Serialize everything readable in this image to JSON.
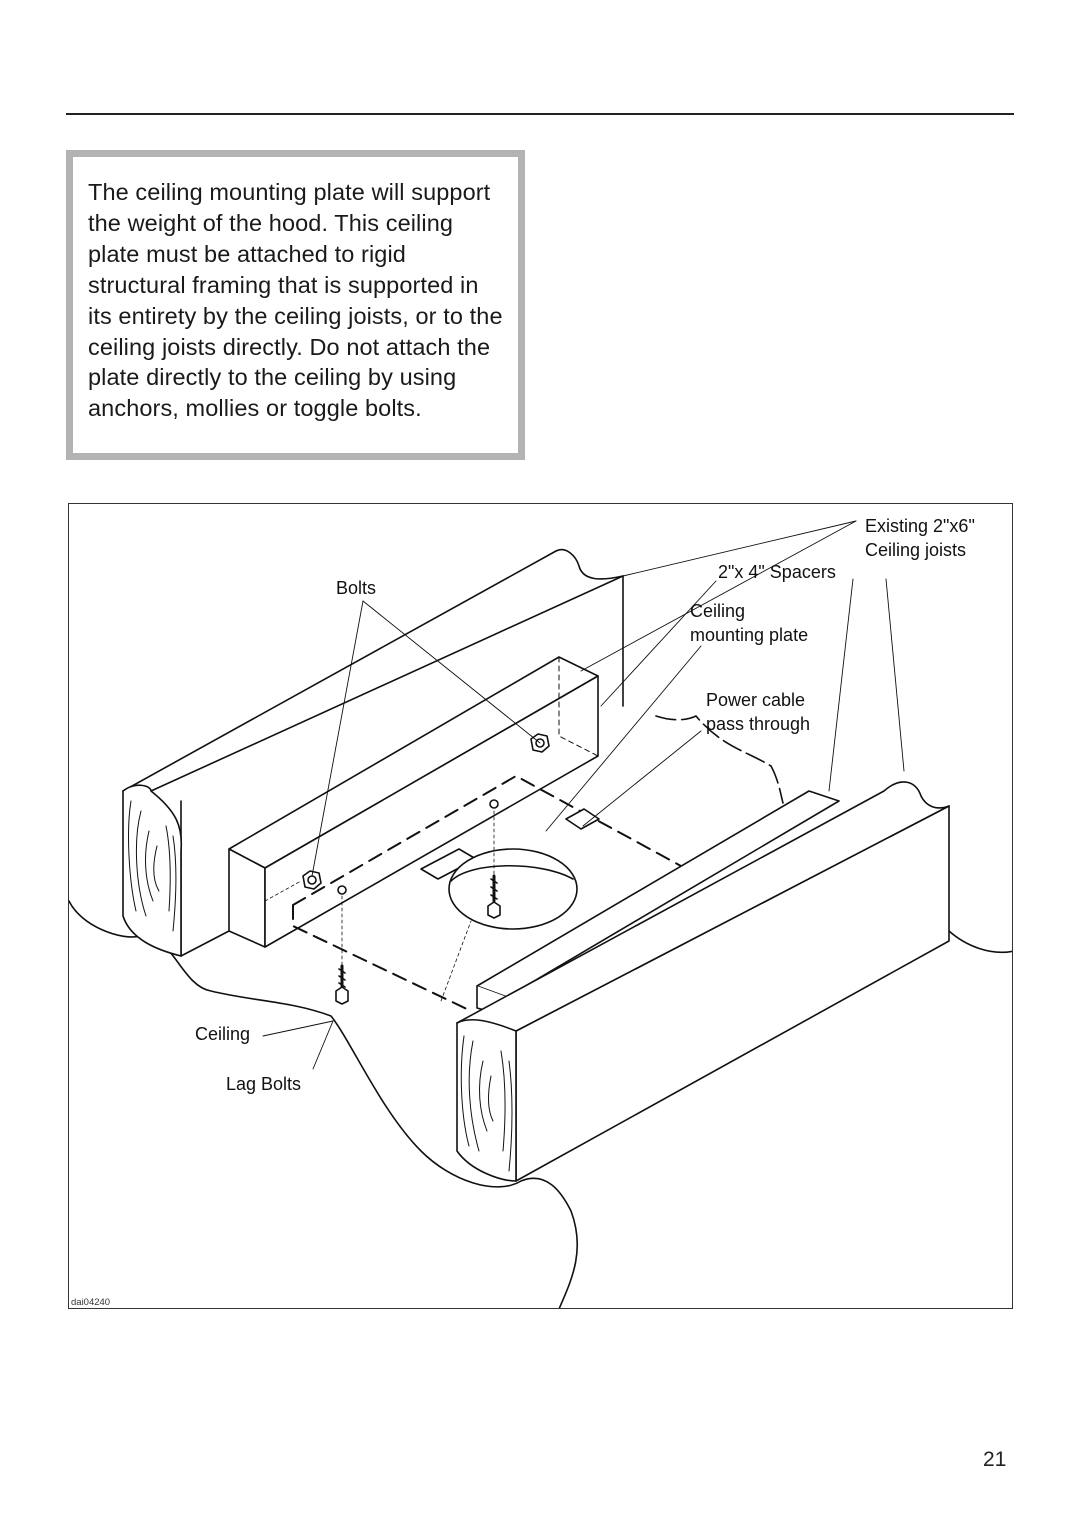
{
  "notice": {
    "text": "The ceiling mounting plate will support the weight of the hood. This ceiling plate must be attached to rigid structural framing that is supported in its entirety by the ceiling joists, or to the ceiling joists directly. Do not attach the plate directly to the ceiling by using anchors, mollies or toggle bolts."
  },
  "figure": {
    "labels": {
      "existing_joists_line1": "Existing 2\"x6\"",
      "existing_joists_line2": "Ceiling joists",
      "spacers": "2\"x 4\" Spacers",
      "bolts": "Bolts",
      "mounting_plate_line1": "Ceiling",
      "mounting_plate_line2": "mounting plate",
      "power_cable_line1": "Power cable",
      "power_cable_line2": "pass through",
      "ceiling": "Ceiling",
      "lag_bolts": "Lag Bolts"
    },
    "figure_code": "dai04240"
  },
  "page_number": "21"
}
